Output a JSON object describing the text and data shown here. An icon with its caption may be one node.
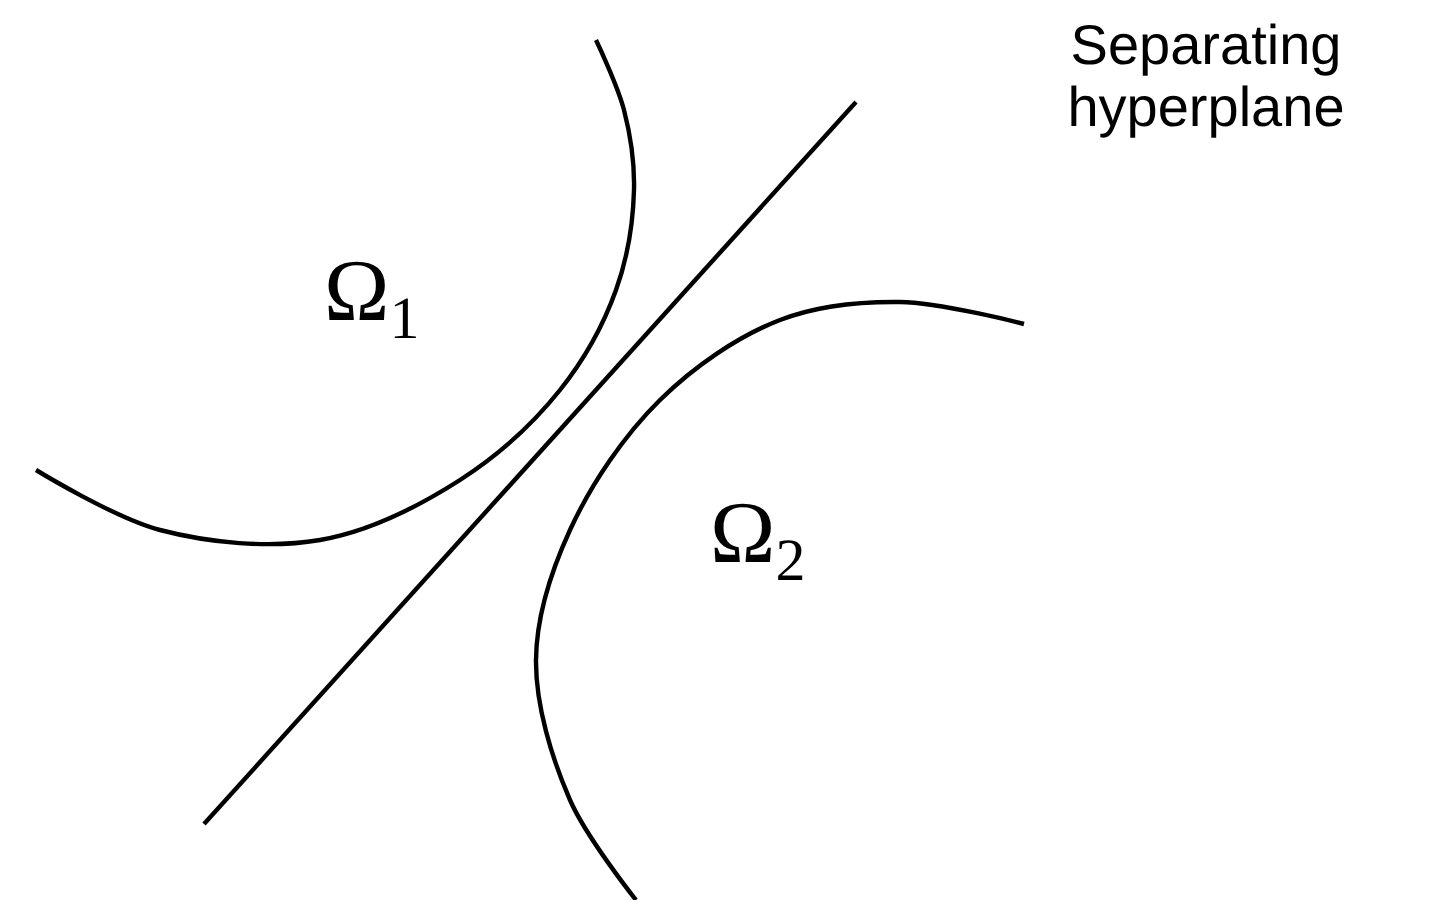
{
  "diagram": {
    "labels": [
      "Ω$_{1}$",
      "Ω$_{2}$",
      "Separating hyperplane"
    ]
  }
}
